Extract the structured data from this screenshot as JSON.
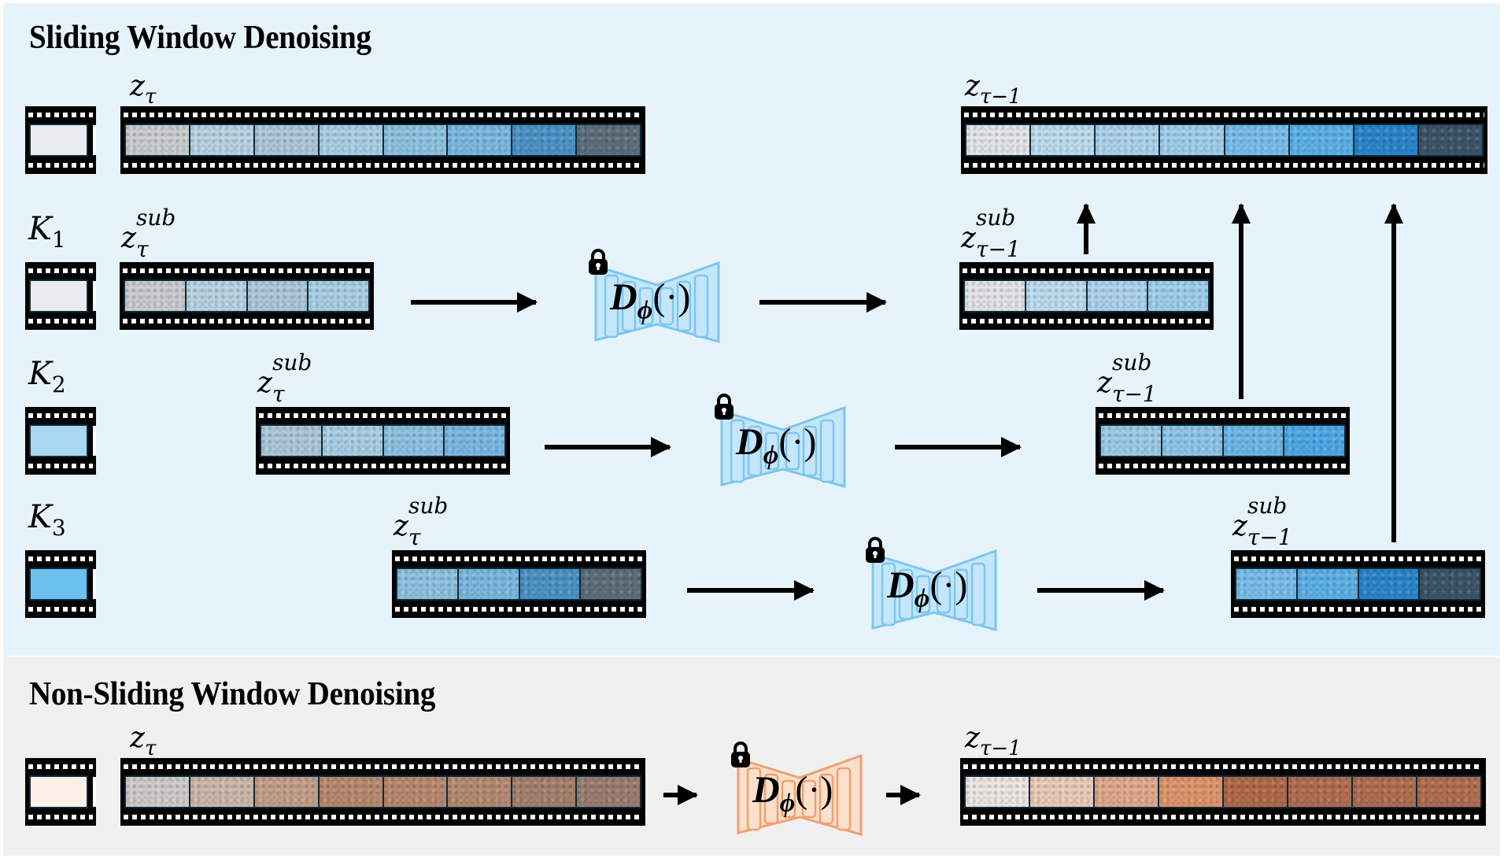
{
  "sliding_section": {
    "title": "Sliding Window Denoising",
    "full_input": {
      "label_base": "z",
      "label_sub": "τ",
      "frame_colors": [
        "#c9cdd0",
        "#b9d3e2",
        "#acc8d9",
        "#a9cfe4",
        "#8ec2e0",
        "#7bb8e0",
        "#4d92c6",
        "#5d6e7c"
      ]
    },
    "full_output": {
      "label_base": "z",
      "label_sub": "τ−1",
      "frame_colors": [
        "#e2e4e6",
        "#bcdcef",
        "#acd3ec",
        "#a0ceec",
        "#79bdea",
        "#5cb0e6",
        "#2a85cc",
        "#3d5468"
      ]
    },
    "windows": [
      {
        "key_label": "K",
        "key_index": "1",
        "key_color": "#e8ecf0",
        "input_label_base": "z",
        "input_label_sup": "sub",
        "input_label_sub": "τ",
        "input_frame_colors": [
          "#c9cdd0",
          "#b9d3e2",
          "#acc8d9",
          "#a9cfe4"
        ],
        "denoiser_label": "D",
        "denoiser_sub": "ϕ",
        "denoiser_arg": "(·)",
        "output_label_base": "z",
        "output_label_sup": "sub",
        "output_label_sub": "τ−1",
        "output_frame_colors": [
          "#e2e4e6",
          "#bcdcef",
          "#acd3ec",
          "#a0ceec"
        ]
      },
      {
        "key_label": "K",
        "key_index": "2",
        "key_color": "#a9d7f2",
        "input_label_base": "z",
        "input_label_sup": "sub",
        "input_label_sub": "τ",
        "input_frame_colors": [
          "#acc8d9",
          "#a9cfe4",
          "#8ec2e0",
          "#7bb8e0"
        ],
        "denoiser_label": "D",
        "denoiser_sub": "ϕ",
        "denoiser_arg": "(·)",
        "output_label_base": "z",
        "output_label_sup": "sub",
        "output_label_sub": "τ−1",
        "output_frame_colors": [
          "#9ccbe8",
          "#8ec5e8",
          "#6db6e6",
          "#4ea8e6"
        ]
      },
      {
        "key_label": "K",
        "key_index": "3",
        "key_color": "#6cc0ee",
        "input_label_base": "z",
        "input_label_sup": "sub",
        "input_label_sub": "τ",
        "input_frame_colors": [
          "#8ec2e0",
          "#7bb8e0",
          "#4d92c6",
          "#5d6e7c"
        ],
        "denoiser_label": "D",
        "denoiser_sub": "ϕ",
        "denoiser_arg": "(·)",
        "output_label_base": "z",
        "output_label_sup": "sub",
        "output_label_sub": "τ−1",
        "output_frame_colors": [
          "#79bdea",
          "#5cb0e6",
          "#2a85cc",
          "#3d5468"
        ]
      }
    ],
    "colors": {
      "panel_bg": "#e6f3fa",
      "denoiser_fill": "#c4e6fa",
      "denoiser_stroke": "#7cc6f0"
    }
  },
  "non_sliding_section": {
    "title": "Non-Sliding Window Denoising",
    "key_color": "#fdf0e8",
    "input": {
      "label_base": "z",
      "label_sub": "τ",
      "frame_colors": [
        "#cfcbc8",
        "#cdb7aa",
        "#c39f89",
        "#b8896e",
        "#b8896e",
        "#b48a72",
        "#a47f6d",
        "#9a7d70"
      ]
    },
    "denoiser": {
      "label": "D",
      "sub": "ϕ",
      "arg": "(·)"
    },
    "output": {
      "label_base": "z",
      "label_sub": "τ−1",
      "frame_colors": [
        "#ede6e2",
        "#ebcbb8",
        "#e0a88a",
        "#de946b",
        "#b0694a",
        "#b06c50",
        "#b06c50",
        "#b06c50"
      ]
    },
    "colors": {
      "panel_bg": "#f0f0f0",
      "denoiser_fill": "#fde0cc",
      "denoiser_stroke": "#f0a070"
    }
  }
}
